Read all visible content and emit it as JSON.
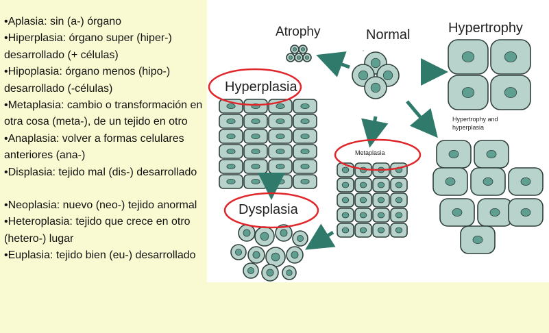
{
  "bullets": [
    "•Aplasia: sin (a-) órgano",
    "•Hiperplasia: órgano super (hiper-) desarrollado (+ células)",
    "•Hipoplasia: órgano menos (hipo-) desarrollado (-células)",
    "•Metaplasia: cambio o transformación en otra cosa (meta-), de un tejido en otro",
    "•Anaplasia: volver a formas celulares anteriores (ana-)",
    "•Displasia: tejido mal (dis-) desarrollado",
    "•Neoplasia: nuevo (neo-) tejido anormal",
    "•Heteroplasia: tejido que crece en otro (hetero-) lugar",
    "•Euplasia: tejido bien (eu-) desarrollado"
  ],
  "figure": {
    "atrophy": "Atrophy",
    "normal": "Normal",
    "hypertrophy": "Hypertrophy",
    "hyperplasia": "Hyperplasia",
    "hypertrophy_and_hyperplasia_1": "Hypertrophy and",
    "hypertrophy_and_hyperplasia_2": "hyperplasia",
    "metaplasia": "Metaplasia",
    "dysplasia": "Dysplasia"
  },
  "colors": {
    "background": "#fafad2",
    "cell_fill": "#b7d3cc",
    "cell_stroke": "#2f3f3b",
    "nucleus": "#5e9f91",
    "arrow": "#2f7a6a",
    "highlight_circle": "#e0262b"
  }
}
